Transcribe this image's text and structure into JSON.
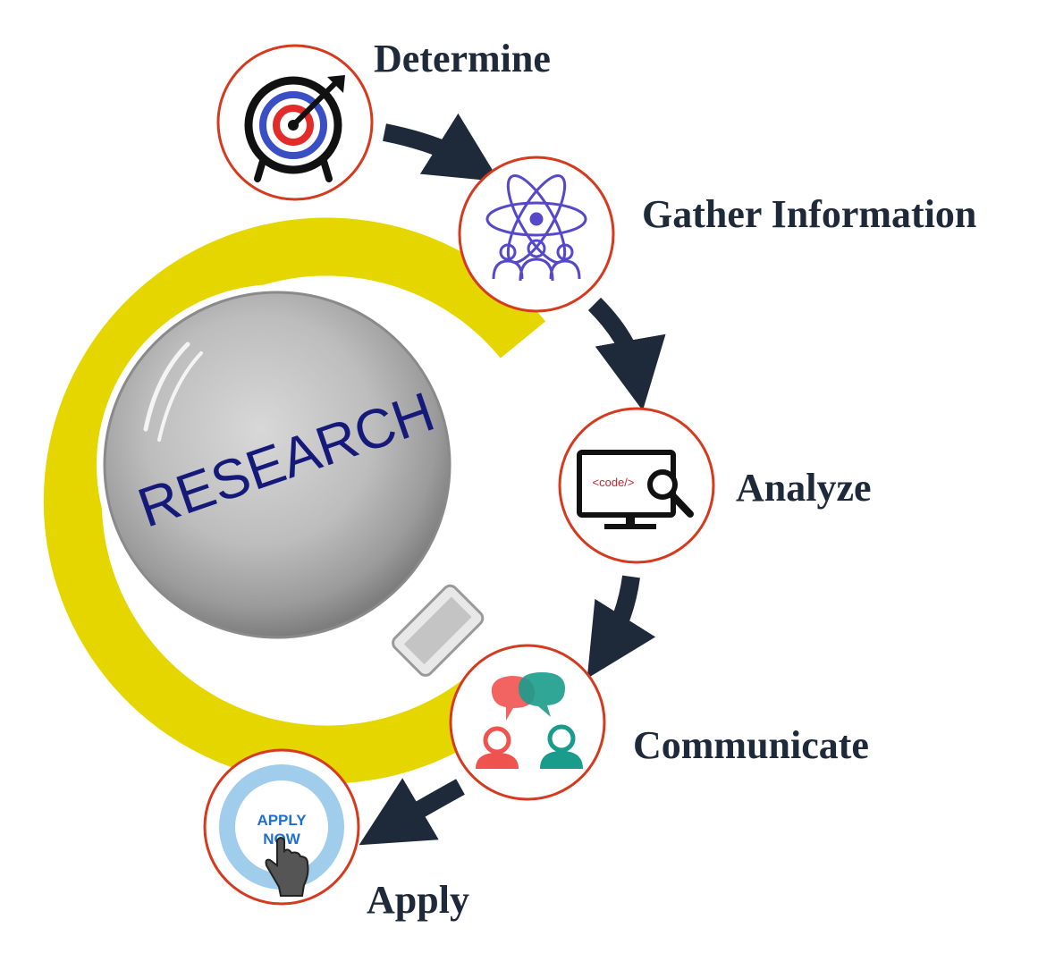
{
  "center": {
    "label": "RESEARCH",
    "ring_color": "#e6d600",
    "text_color": "#14197a"
  },
  "steps": [
    {
      "label": "Determine",
      "icon": "target-icon"
    },
    {
      "label": "Gather Information",
      "icon": "atom-team-icon"
    },
    {
      "label": "Analyze",
      "icon": "code-search-icon"
    },
    {
      "label": "Communicate",
      "icon": "people-chat-icon"
    },
    {
      "label": "Apply",
      "icon": "apply-now-button-icon",
      "badge_line1": "APPLY",
      "badge_line2": "NOW"
    }
  ],
  "analyze_icon_text": "<code/>",
  "colors": {
    "circle_border": "#d63a1e",
    "arrow": "#1e2a3a",
    "label": "#1e2a3a"
  }
}
